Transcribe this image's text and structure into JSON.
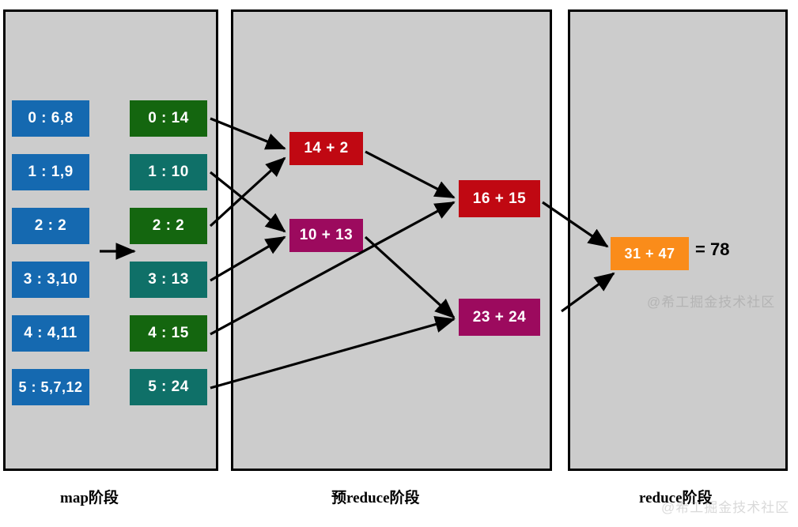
{
  "diagram": {
    "title": "MapReduce word-count aggregation flow",
    "background": "#ffffff",
    "panel_fill": "#cccccc",
    "panel_border": "#000000"
  },
  "colors": {
    "blue": "#1569b0",
    "green": "#14660f",
    "teal": "#0f7068",
    "red": "#c00812",
    "magenta": "#9c0a5e",
    "orange": "#fa8c1a",
    "arrow": "#000000"
  },
  "stages": {
    "map": {
      "label": "map阶段"
    },
    "pre_reduce": {
      "label": "预reduce阶段"
    },
    "reduce": {
      "label": "reduce阶段"
    }
  },
  "map_stage": {
    "input_column": [
      {
        "text": "0 : 6,8",
        "color": "blue"
      },
      {
        "text": "1 : 1,9",
        "color": "blue"
      },
      {
        "text": "2 : 2",
        "color": "blue"
      },
      {
        "text": "3 : 3,10",
        "color": "blue"
      },
      {
        "text": "4 : 4,11",
        "color": "blue"
      },
      {
        "text": "5 : 5,7,12",
        "color": "blue"
      }
    ],
    "output_column": [
      {
        "text": "0 : 14",
        "color": "green"
      },
      {
        "text": "1 : 10",
        "color": "teal"
      },
      {
        "text": "2 : 2",
        "color": "green"
      },
      {
        "text": "3 : 13",
        "color": "teal"
      },
      {
        "text": "4 : 15",
        "color": "green"
      },
      {
        "text": "5 : 24",
        "color": "teal"
      }
    ]
  },
  "pre_reduce_stage": {
    "level_one": [
      {
        "text": "14 + 2",
        "color": "red"
      },
      {
        "text": "10 + 13",
        "color": "magenta"
      }
    ],
    "level_two": [
      {
        "text": "16 + 15",
        "color": "red"
      },
      {
        "text": "23 + 24",
        "color": "magenta"
      }
    ]
  },
  "reduce_stage": {
    "final_box": {
      "text": "31 + 47",
      "color": "orange"
    },
    "result": "= 78"
  },
  "watermarks": {
    "one": "@希工掘金技术社区",
    "two": "@希工掘金技术社区"
  }
}
